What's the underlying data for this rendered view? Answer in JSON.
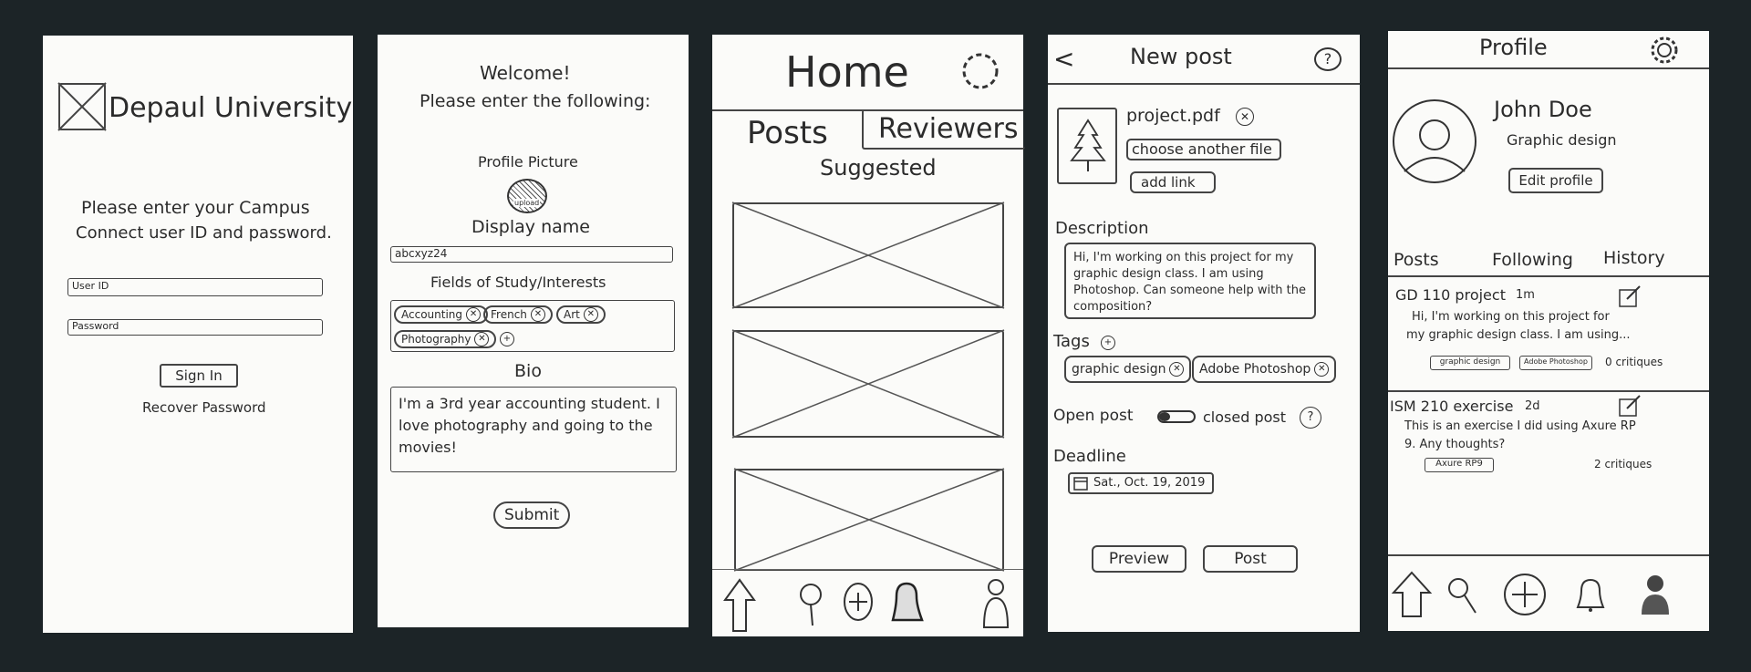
{
  "login": {
    "university": "Depaul University",
    "instructions_line1": "Please enter your Campus",
    "instructions_line2": "Connect user ID and password.",
    "user_id_placeholder": "User ID",
    "password_placeholder": "Password",
    "sign_in": "Sign In",
    "recover": "Recover Password"
  },
  "setup": {
    "welcome": "Welcome!",
    "prompt": "Please enter the following:",
    "profile_picture_label": "Profile Picture",
    "upload": "upload",
    "display_name_label": "Display name",
    "display_name_value": "abcxyz24",
    "fields_label": "Fields of Study/Interests",
    "interests": [
      "Accounting",
      "French",
      "Art",
      "Photography"
    ],
    "bio_label": "Bio",
    "bio_text": "I'm a 3rd year accounting student. I love photography and going to the movies!",
    "submit": "Submit"
  },
  "home": {
    "title": "Home",
    "tabs": [
      "Posts",
      "Reviewers"
    ],
    "section": "Suggested"
  },
  "new_post": {
    "back": "<",
    "title": "New post",
    "help": "?",
    "file_name": "project.pdf",
    "choose_file": "choose another file",
    "add_link": "add link",
    "description_label": "Description",
    "description_text": "Hi, I'm working on this project for my graphic design class. I am using Photoshop. Can someone help with the composition?",
    "tags_label": "Tags",
    "tags": [
      "graphic design",
      "Adobe Photoshop"
    ],
    "open_post": "Open post",
    "closed_post": "closed post",
    "deadline_label": "Deadline",
    "deadline_value": "Sat., Oct. 19, 2019",
    "preview": "Preview",
    "post": "Post"
  },
  "profile": {
    "title": "Profile",
    "name": "John Doe",
    "field": "Graphic design",
    "edit": "Edit profile",
    "tabs": [
      "Posts",
      "Following",
      "History"
    ],
    "posts": [
      {
        "title": "GD 110 project",
        "age": "1m",
        "text1": "Hi, I'm working on this project for",
        "text2": "my graphic design class. I am using...",
        "tags": [
          "graphic design",
          "Adobe Photoshop"
        ],
        "critiques": "0 critiques"
      },
      {
        "title": "ISM 210 exercise",
        "age": "2d",
        "text1": "This is an exercise I did using Axure RP",
        "text2": "9. Any thoughts?",
        "tags": [
          "Axure RP9"
        ],
        "critiques": "2 critiques"
      }
    ]
  }
}
